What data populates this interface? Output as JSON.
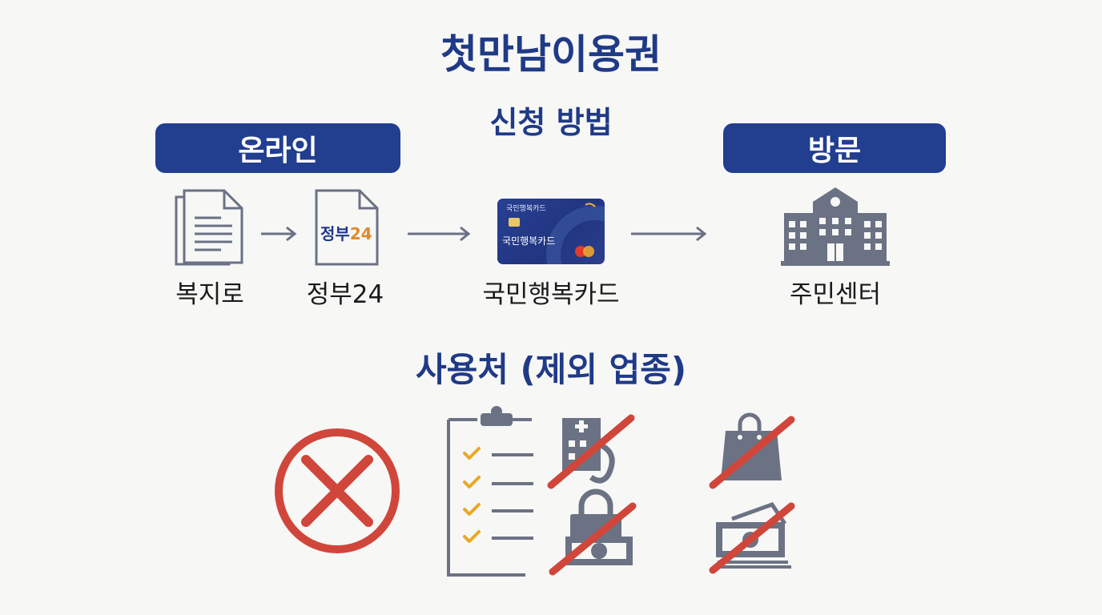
{
  "title": "첫만남이용권",
  "subtitle": "신청 방법",
  "methods": {
    "online_label": "온라인",
    "visit_label": "방문"
  },
  "steps": [
    {
      "label": "복지로",
      "icon": "document-icon"
    },
    {
      "label": "정부24",
      "icon": "gov24-document-icon"
    },
    {
      "label": "국민행복카드",
      "icon": "credit-card-icon"
    },
    {
      "label": "주민센터",
      "icon": "building-icon"
    }
  ],
  "gov24_logo": {
    "part1": "정부",
    "part2": "24"
  },
  "card": {
    "small_text": "국민행복카드",
    "name": "국민행복카드"
  },
  "usage_title": "사용처 (제외 업종)",
  "excluded_icons": [
    "x-circle-icon",
    "checklist-icon",
    "hospital-icon",
    "shopping-bag-icon",
    "cash-icon",
    "bag-icon",
    "money-icon"
  ],
  "colors": {
    "navy": "#1f3a86",
    "gray_icon": "#6b7284",
    "red": "#d0463b",
    "check": "#e9a825",
    "background": "#f7f7f6"
  }
}
